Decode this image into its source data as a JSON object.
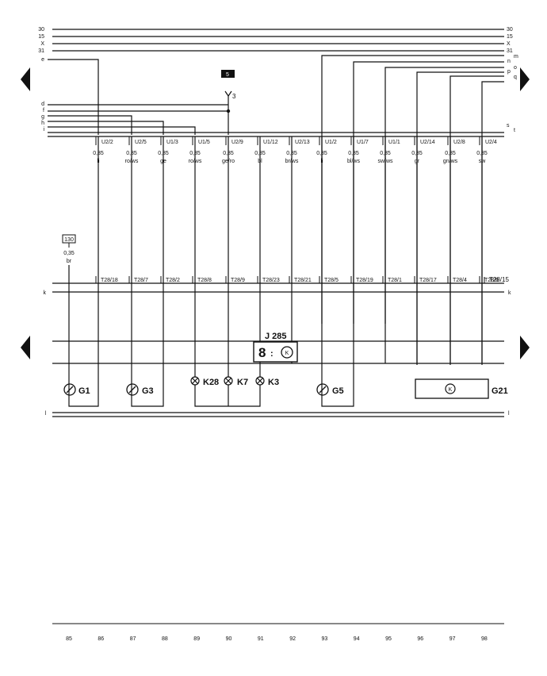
{
  "bus_labels_left": [
    "30",
    "15",
    "X",
    "31",
    "e",
    "d",
    "f",
    "g",
    "h",
    "i"
  ],
  "bus_labels_right": [
    "30",
    "15",
    "X",
    "31",
    "m",
    "n",
    "o",
    "p",
    "q",
    "s",
    "t"
  ],
  "ground_label": "k",
  "bottom_label": "l",
  "fuse": {
    "id": "5",
    "tap": "3"
  },
  "extra_wire": {
    "conn": "130",
    "size": "0,35",
    "color": "br"
  },
  "wires": [
    {
      "conn_top": "U2/2",
      "size": "0,35",
      "color": "li",
      "conn_bottom": "T28/18"
    },
    {
      "conn_top": "U2/5",
      "size": "0,35",
      "color": "ro/ws",
      "conn_bottom": "T28/7"
    },
    {
      "conn_top": "U1/3",
      "size": "0,35",
      "color": "ge",
      "conn_bottom": "T28/2"
    },
    {
      "conn_top": "U1/5",
      "size": "0,35",
      "color": "ro/ws",
      "conn_bottom": "T28/8"
    },
    {
      "conn_top": "U2/9",
      "size": "0,35",
      "color": "ge/ro",
      "conn_bottom": "T28/9"
    },
    {
      "conn_top": "U1/12",
      "size": "0,35",
      "color": "bl",
      "conn_bottom": "T28/23"
    },
    {
      "conn_top": "U2/13",
      "size": "0,35",
      "color": "br/ws",
      "conn_bottom": "T28/21"
    },
    {
      "conn_top": "U1/2",
      "size": "0,35",
      "color": "li",
      "conn_bottom": "T28/5"
    },
    {
      "conn_top": "U1/7",
      "size": "0,35",
      "color": "bl/ws",
      "conn_bottom": "T28/19"
    },
    {
      "conn_top": "U1/1",
      "size": "0,35",
      "color": "sw/ws",
      "conn_bottom": "T28/1"
    },
    {
      "conn_top": "U2/14",
      "size": "0,35",
      "color": "gr",
      "conn_bottom": "T28/17"
    },
    {
      "conn_top": "U2/8",
      "size": "0,35",
      "color": "gn/ws",
      "conn_bottom": "T28/4"
    },
    {
      "conn_top": "U2/4",
      "size": "0,35",
      "color": "sw",
      "conn_bottom": "T28/6"
    }
  ],
  "last_bottom_conn": "T28/15",
  "control_unit": "J 285",
  "components": [
    "G1",
    "G3",
    "K28",
    "K7",
    "K3",
    "G5",
    "G21"
  ],
  "digital_display": "8",
  "clock_symbol": "K",
  "track_numbers": [
    "85",
    "86",
    "87",
    "88",
    "89",
    "90",
    "91",
    "92",
    "93",
    "94",
    "95",
    "96",
    "97",
    "98"
  ]
}
